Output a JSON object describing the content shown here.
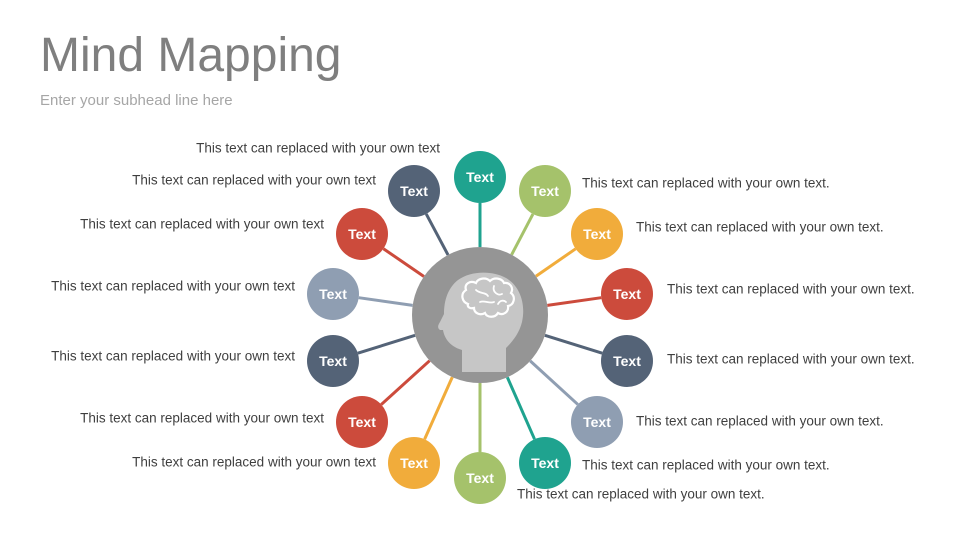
{
  "slide": {
    "title": "Mind Mapping",
    "subtitle": "Enter your subhead line here"
  },
  "colors": {
    "center": "#959595",
    "head": "#c6c6c6",
    "teal": "#1fa38f",
    "green": "#a5c26b",
    "orange": "#f1ac3b",
    "red": "#cc4b3c",
    "navy": "#546377",
    "slate": "#8f9eb2"
  },
  "center": {
    "icon": "head-brain-icon"
  },
  "nodes": [
    {
      "label": "Text",
      "color": "#1fa38f",
      "description": "This text can replaced with your own text"
    },
    {
      "label": "Text",
      "color": "#a5c26b",
      "description": "This text can replaced with your own text."
    },
    {
      "label": "Text",
      "color": "#f1ac3b",
      "description": "This text can replaced with your own text."
    },
    {
      "label": "Text",
      "color": "#cc4b3c",
      "description": "This text can replaced with your own text."
    },
    {
      "label": "Text",
      "color": "#546377",
      "description": "This text can replaced with your own text."
    },
    {
      "label": "Text",
      "color": "#8f9eb2",
      "description": "This text can replaced with your own text."
    },
    {
      "label": "Text",
      "color": "#1fa38f",
      "description": "This text can replaced with your own text."
    },
    {
      "label": "Text",
      "color": "#a5c26b",
      "description": "This text can replaced with your own text."
    },
    {
      "label": "Text",
      "color": "#f1ac3b",
      "description": "This text can replaced with your own text"
    },
    {
      "label": "Text",
      "color": "#cc4b3c",
      "description": "This text can replaced with your own text"
    },
    {
      "label": "Text",
      "color": "#546377",
      "description": "This text can replaced with your own text"
    },
    {
      "label": "Text",
      "color": "#8f9eb2",
      "description": "This text can replaced with your own text"
    },
    {
      "label": "Text",
      "color": "#cc4b3c",
      "description": "This text can replaced with your own text"
    },
    {
      "label": "Text",
      "color": "#546377",
      "description": "This text can replaced with your own text"
    }
  ]
}
